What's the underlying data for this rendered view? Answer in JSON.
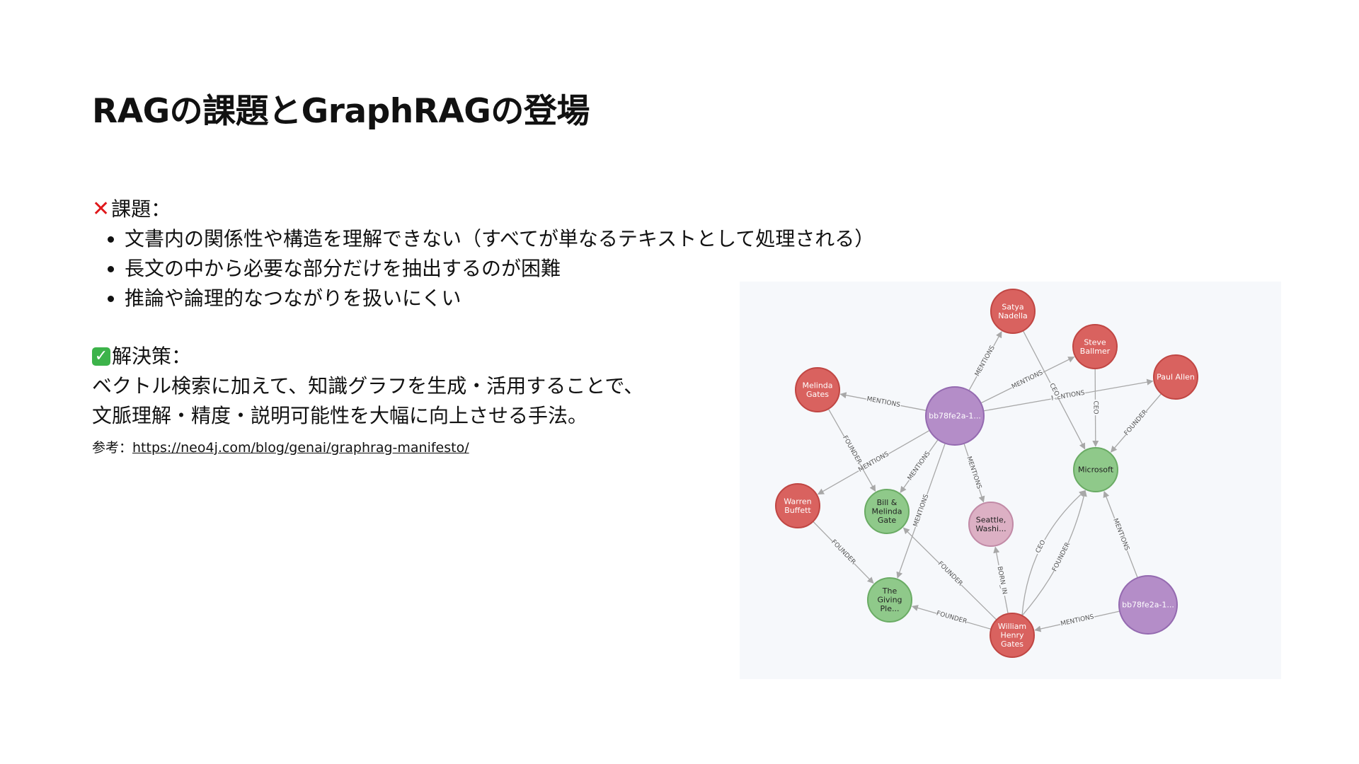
{
  "title": "RAGの課題とGraphRAGの登場",
  "issues": {
    "label": "課題：",
    "items": [
      "文書内の関係性や構造を理解できない（すべてが単なるテキストとして処理される）",
      "長文の中から必要な部分だけを抽出するのが困難",
      "推論や論理的なつながりを扱いにくい"
    ]
  },
  "solution": {
    "label": "解決策：",
    "lines": [
      "ベクトル検索に加えて、知識グラフを生成・活用することで、",
      "文脈理解・精度・説明可能性を大幅に向上させる手法。"
    ]
  },
  "reference": {
    "label": "参考：",
    "url": "https://neo4j.com/blog/genai/graphrag-manifesto/"
  },
  "graph": {
    "colors": {
      "person": "#d9625f",
      "person_stroke": "#c04643",
      "org": "#8fc98a",
      "org_stroke": "#6aab64",
      "doc": "#b48dc8",
      "doc_stroke": "#946ab0",
      "place": "#dcb0c4",
      "place_stroke": "#c18aa6",
      "edge": "#a8a8a8",
      "edge_label": "#555555"
    },
    "nodes": [
      {
        "id": "doc1",
        "lines": [
          "bb78fe2a-1..."
        ],
        "kind": "doc"
      },
      {
        "id": "doc2",
        "lines": [
          "bb78fe2a-1..."
        ],
        "kind": "doc"
      },
      {
        "id": "satya",
        "lines": [
          "Satya",
          "Nadella"
        ],
        "kind": "person"
      },
      {
        "id": "steve",
        "lines": [
          "Steve",
          "Ballmer"
        ],
        "kind": "person"
      },
      {
        "id": "paul",
        "lines": [
          "Paul Allen"
        ],
        "kind": "person"
      },
      {
        "id": "melinda",
        "lines": [
          "Melinda",
          "Gates"
        ],
        "kind": "person"
      },
      {
        "id": "warren",
        "lines": [
          "Warren",
          "Buffett"
        ],
        "kind": "person"
      },
      {
        "id": "william",
        "lines": [
          "William",
          "Henry",
          "Gates"
        ],
        "kind": "person"
      },
      {
        "id": "microsoft",
        "lines": [
          "Microsoft"
        ],
        "kind": "org"
      },
      {
        "id": "bmg",
        "lines": [
          "Bill &",
          "Melinda",
          "Gate"
        ],
        "kind": "org"
      },
      {
        "id": "giving",
        "lines": [
          "The",
          "Giving",
          "Ple..."
        ],
        "kind": "org"
      },
      {
        "id": "seattle",
        "lines": [
          "Seattle,",
          "Washi..."
        ],
        "kind": "place"
      }
    ],
    "edges": [
      {
        "from": "doc1",
        "to": "satya",
        "label": "MENTIONS"
      },
      {
        "from": "doc1",
        "to": "steve",
        "label": "MENTIONS"
      },
      {
        "from": "doc1",
        "to": "paul",
        "label": "MENTIONS"
      },
      {
        "from": "doc1",
        "to": "melinda",
        "label": "MENTIONS"
      },
      {
        "from": "doc1",
        "to": "warren",
        "label": "MENTIONS"
      },
      {
        "from": "doc1",
        "to": "bmg",
        "label": "MENTIONS"
      },
      {
        "from": "doc1",
        "to": "giving",
        "label": "MENTIONS"
      },
      {
        "from": "doc1",
        "to": "seattle",
        "label": "MENTIONS"
      },
      {
        "from": "satya",
        "to": "microsoft",
        "label": "CEO"
      },
      {
        "from": "steve",
        "to": "microsoft",
        "label": "CEO"
      },
      {
        "from": "paul",
        "to": "microsoft",
        "label": "FOUNDER"
      },
      {
        "from": "melinda",
        "to": "bmg",
        "label": "FOUNDER"
      },
      {
        "from": "warren",
        "to": "giving",
        "label": "FOUNDER"
      },
      {
        "from": "william",
        "to": "giving",
        "label": "FOUNDER"
      },
      {
        "from": "william",
        "to": "bmg",
        "label": "FOUNDER"
      },
      {
        "from": "william",
        "to": "seattle",
        "label": "BORN_IN"
      },
      {
        "from": "william",
        "to": "microsoft",
        "label": "CEO"
      },
      {
        "from": "william",
        "to": "microsoft",
        "label": "FOUNDER"
      },
      {
        "from": "doc2",
        "to": "william",
        "label": "MENTIONS"
      },
      {
        "from": "doc2",
        "to": "microsoft",
        "label": "MENTIONS"
      }
    ]
  }
}
